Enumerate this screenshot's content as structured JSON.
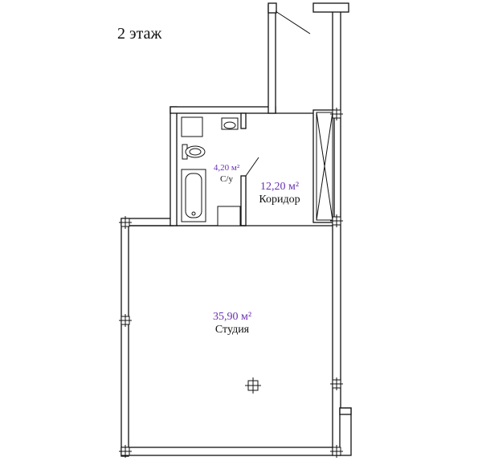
{
  "floor_label": "2 этаж",
  "rooms": [
    {
      "id": "bathroom",
      "area": "4,20 м²",
      "name": "С/у"
    },
    {
      "id": "corridor",
      "area": "12,20 м²",
      "name": "Коридор"
    },
    {
      "id": "studio",
      "area": "35,90 м²",
      "name": "Студия"
    }
  ],
  "colors": {
    "area_text": "#6a2fb3",
    "walls": "#111111",
    "background": "#ffffff"
  }
}
